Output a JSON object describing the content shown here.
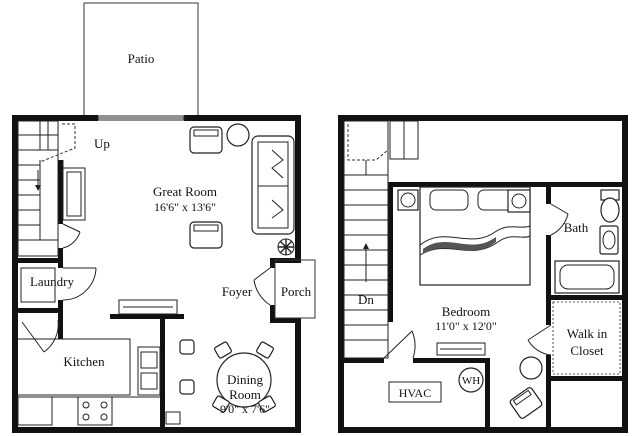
{
  "floor_plan": {
    "left_level": {
      "patio": "Patio",
      "stairs_up": "Up",
      "great_room": {
        "name": "Great Room",
        "size": "16'6\" x 13'6\""
      },
      "laundry": "Laundry",
      "foyer": "Foyer",
      "porch": "Porch",
      "kitchen": "Kitchen",
      "dining_room": {
        "name_line1": "Dining",
        "name_line2": "Room",
        "size": "9'0\" x 7'6\""
      }
    },
    "right_level": {
      "stairs_down": "Dn",
      "bath": "Bath",
      "bedroom": {
        "name": "Bedroom",
        "size": "11'0\" x 12'0\""
      },
      "walk_in_closet": {
        "line1": "Walk in",
        "line2": "Closet"
      },
      "hvac": "HVAC",
      "water_heater": "WH"
    }
  }
}
